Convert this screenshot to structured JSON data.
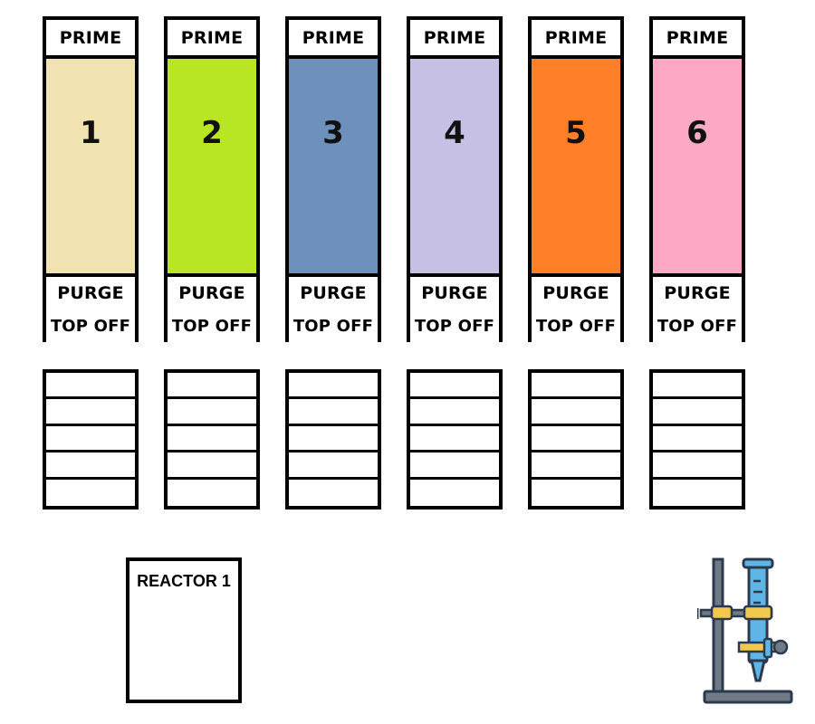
{
  "columns": [
    {
      "number": "1",
      "color": "#f0e2b1",
      "prime": "PRIME",
      "purge": "PURGE",
      "top_off": "TOP OFF"
    },
    {
      "number": "2",
      "color": "#b9e623",
      "prime": "PRIME",
      "purge": "PURGE",
      "top_off": "TOP OFF"
    },
    {
      "number": "3",
      "color": "#6e91bc",
      "prime": "PRIME",
      "purge": "PURGE",
      "top_off": "TOP OFF"
    },
    {
      "number": "4",
      "color": "#c6c0e5",
      "prime": "PRIME",
      "purge": "PURGE",
      "top_off": "TOP OFF"
    },
    {
      "number": "5",
      "color": "#fe7f28",
      "prime": "PRIME",
      "purge": "PURGE",
      "top_off": "TOP OFF"
    },
    {
      "number": "6",
      "color": "#fda9c6",
      "prime": "PRIME",
      "purge": "PURGE",
      "top_off": "TOP OFF"
    }
  ],
  "reactor": {
    "label": "REACTOR 1"
  },
  "icons": {
    "burette": "burette-stand-icon"
  }
}
